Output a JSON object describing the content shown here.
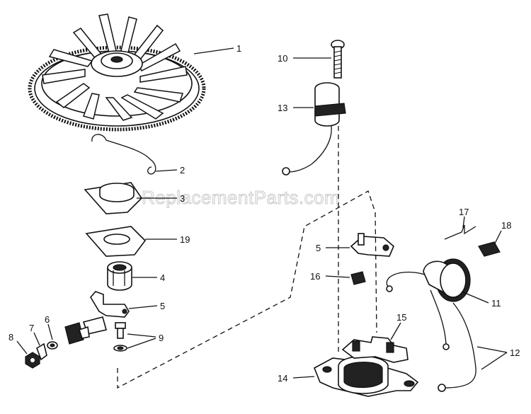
{
  "watermark": "ReplacementParts.com",
  "callouts": [
    {
      "id": "c1",
      "number": "1"
    },
    {
      "id": "c2",
      "number": "2"
    },
    {
      "id": "c3",
      "number": "3"
    },
    {
      "id": "c19",
      "number": "19"
    },
    {
      "id": "c4",
      "number": "4"
    },
    {
      "id": "c5a",
      "number": "5"
    },
    {
      "id": "c9",
      "number": "9"
    },
    {
      "id": "c6",
      "number": "6"
    },
    {
      "id": "c7",
      "number": "7"
    },
    {
      "id": "c8",
      "number": "8"
    },
    {
      "id": "c10",
      "number": "10"
    },
    {
      "id": "c13",
      "number": "13"
    },
    {
      "id": "c5b",
      "number": "5"
    },
    {
      "id": "c16",
      "number": "16"
    },
    {
      "id": "c17",
      "number": "17"
    },
    {
      "id": "c18",
      "number": "18"
    },
    {
      "id": "c11",
      "number": "11"
    },
    {
      "id": "c15",
      "number": "15"
    },
    {
      "id": "c14",
      "number": "14"
    },
    {
      "id": "c12",
      "number": "12"
    }
  ]
}
